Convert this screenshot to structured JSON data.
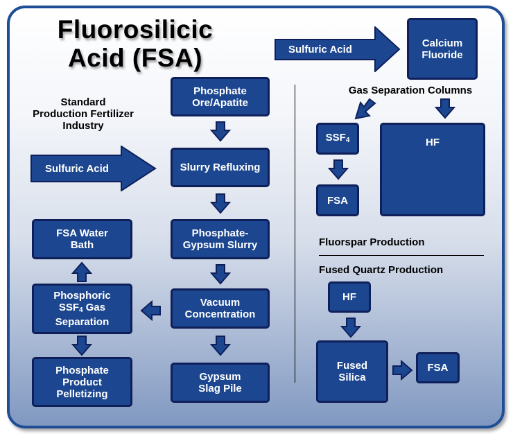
{
  "title": "Fluorosilicic\nAcid (FSA)",
  "left_section": {
    "heading": "Standard\nProduction Fertilizer\nIndustry",
    "sulfuric_arrow_label": "Sulfuric Acid",
    "main_column": [
      {
        "id": "phosphate-ore",
        "label": "Phosphate\nOre/Apatite"
      },
      {
        "id": "slurry-refluxing",
        "label": "Slurry Refluxing"
      },
      {
        "id": "phosphate-gypsum-slurry",
        "label": "Phosphate-\nGypsum Slurry"
      },
      {
        "id": "vacuum-concentration",
        "label": "Vacuum\nConcentration"
      },
      {
        "id": "gypsum-slag-pile",
        "label": "Gypsum\nSlag Pile"
      }
    ],
    "side_column": [
      {
        "id": "fsa-water-bath",
        "label": "FSA Water\nBath"
      },
      {
        "id": "phosphoric-gas-separation",
        "label_pre": "Phosphoric\nSSF",
        "label_sub": "4",
        "label_post": " Gas\nSeparation"
      },
      {
        "id": "phosphate-pelletizing",
        "label": "Phosphate\nProduct\nPelletizing"
      }
    ]
  },
  "right_section": {
    "sulfuric_arrow_label": "Sulfuric Acid",
    "calcium_fluoride": "Calcium\nFluoride",
    "gas_columns_heading": "Gas Separation Columns",
    "ssf4": {
      "label": "SSF",
      "sub": "4"
    },
    "fsa_1": "FSA",
    "hf_large": "HF",
    "fluorspar_heading": "Fluorspar Production",
    "fused_quartz_heading": "Fused Quartz Production",
    "hf_small": "HF",
    "fused_silica": "Fused\nSilica",
    "fsa_2": "FSA"
  },
  "colors": {
    "box_fill": "#1c4790",
    "box_border": "#0e1f5a",
    "frame_border": "#1f4e96",
    "text_on_box": "#ffffff"
  }
}
